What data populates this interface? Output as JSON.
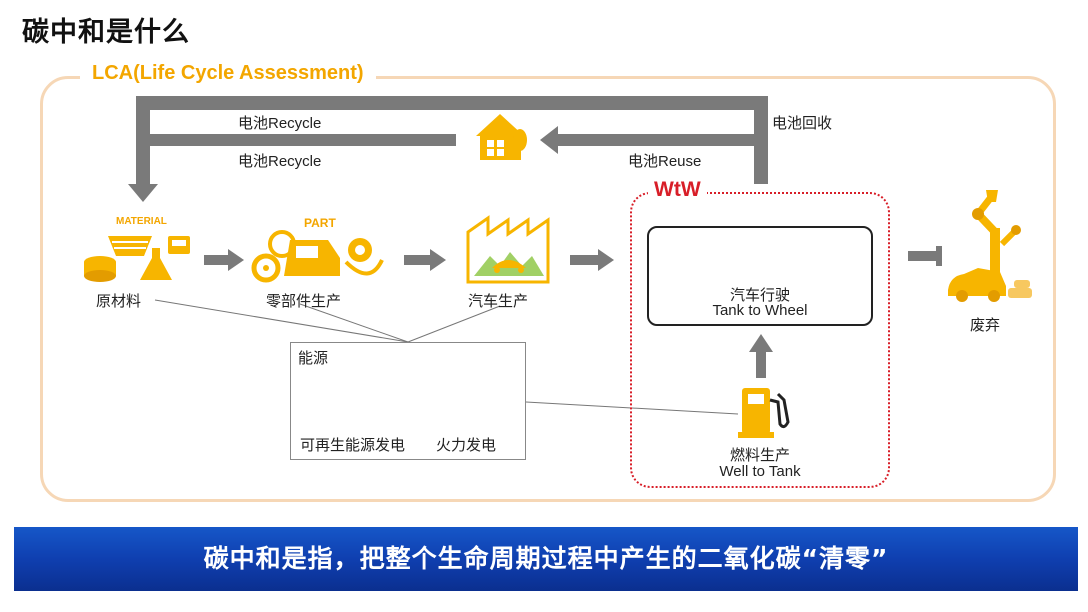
{
  "title": "碳中和是什么",
  "lca_label": "LCA(Life Cycle Assessment)",
  "arrows": {
    "recycle_top": "电池Recycle",
    "recycle_bottom": "电池Recycle",
    "battery_recovery": "电池回收",
    "battery_reuse": "电池Reuse"
  },
  "stages": {
    "material_tag": "MATERIAL",
    "part_tag": "PART",
    "raw_material": "原材料",
    "parts_production": "零部件生产",
    "vehicle_production": "汽车生产",
    "disposal": "废弃"
  },
  "wtw": {
    "label": "WtW",
    "driving_cn": "汽车行驶",
    "driving_en": "Tank to Wheel",
    "fuel_cn": "燃料生产",
    "fuel_en": "Well to Tank"
  },
  "energy": {
    "title": "能源",
    "renewable": "可再生能源发电",
    "thermal": "火力发电"
  },
  "banner": "碳中和是指，把整个生命周期过程中产生的二氧化碳“清零”",
  "colors": {
    "accent_orange": "#f3a600",
    "icon_yellow": "#f7b500",
    "icon_green": "#8ac43f",
    "wtw_red": "#d81e28",
    "arrow_gray": "#7a7a7a",
    "banner_blue": "#1246b4"
  },
  "icons": [
    "house-icon",
    "materials-icon",
    "parts-icon",
    "factory-icon",
    "car-icon",
    "fuel-pump-icon",
    "solar-wind-icon",
    "power-plant-icon",
    "scrap-robot-icon"
  ]
}
